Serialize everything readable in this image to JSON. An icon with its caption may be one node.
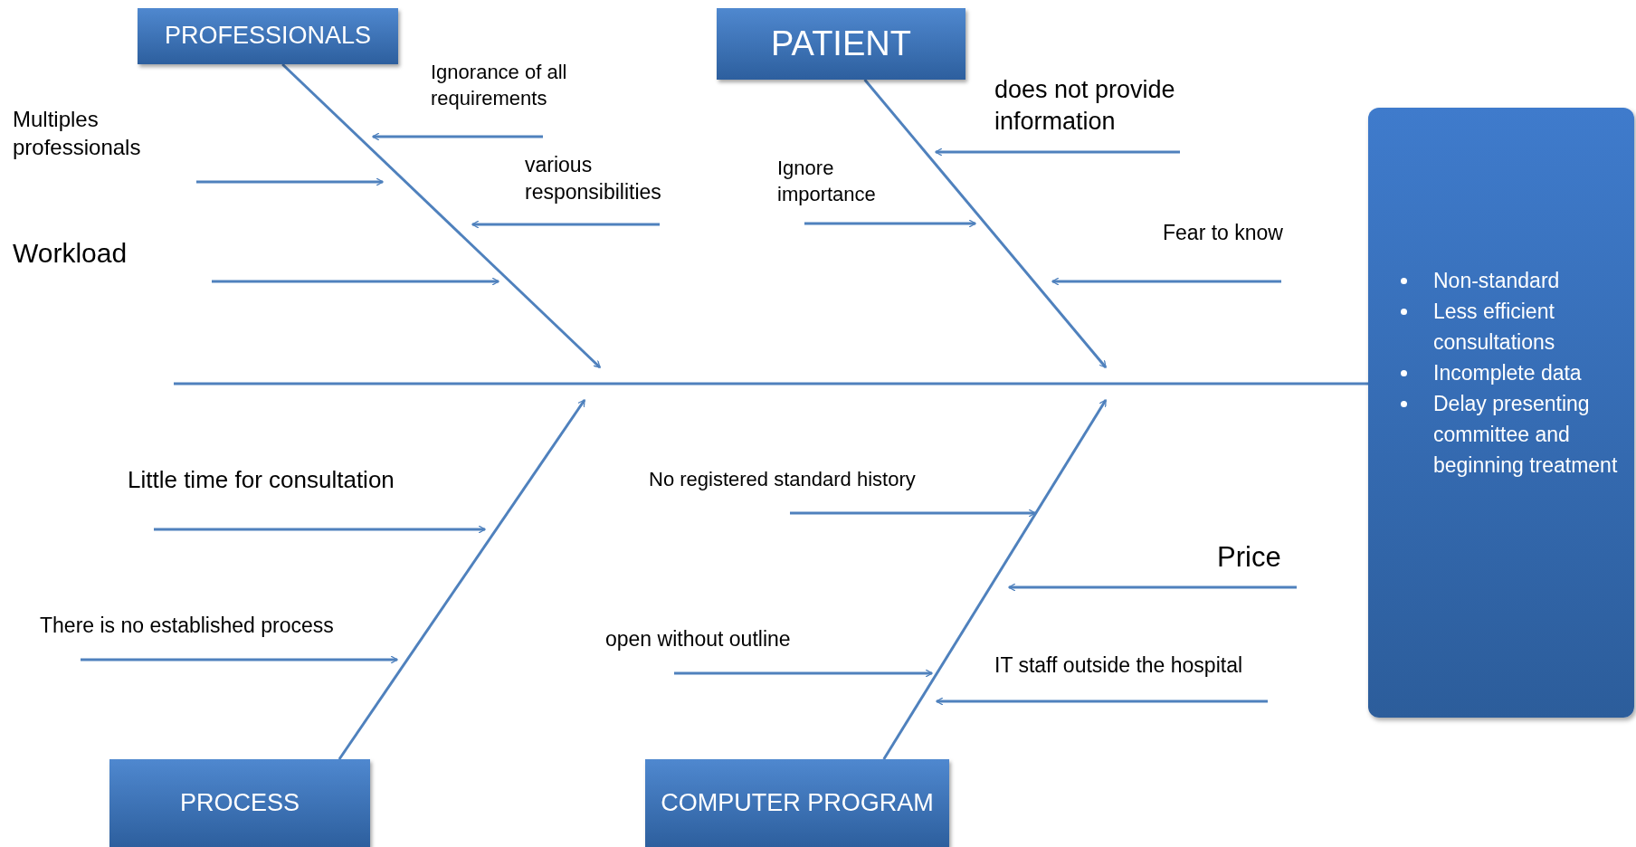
{
  "diagram": {
    "nodes": [
      {
        "text": [
          "PROFESSIONALS"
        ]
      },
      {
        "text": [
          "PATIENT"
        ]
      },
      {
        "text": [
          "Non-standard",
          "Less efficient consultations",
          "Incomplete data",
          "Delay presenting committee and beginning treatment"
        ]
      },
      {
        "text": [
          "Ignorance of all requirements"
        ]
      },
      {
        "text": [
          "Multiples professionals"
        ]
      },
      {
        "text": [
          "various responsibilities"
        ]
      },
      {
        "text": [
          "Workload"
        ]
      },
      {
        "text": [
          "does not provide information"
        ]
      },
      {
        "text": [
          "Ignore importance"
        ]
      },
      {
        "text": [
          "Fear to know"
        ]
      },
      {
        "text": [
          "Little time for consultation"
        ]
      },
      {
        "text": [
          "No registered standard history"
        ]
      },
      {
        "text": [
          "Price"
        ]
      },
      {
        "text": [
          "There is no established process"
        ]
      },
      {
        "text": [
          "open without outline"
        ]
      },
      {
        "text": [
          "IT staff outside the hospital"
        ]
      },
      {
        "text": [
          "PROCESS"
        ]
      },
      {
        "text": [
          "COMPUTER PROGRAM"
        ]
      }
    ],
    "edges": [
      {
        "from": null,
        "to": 2,
        "arrow": "none"
      },
      {
        "from": 0,
        "to": null,
        "arrow": "to"
      },
      {
        "from": 1,
        "to": null,
        "arrow": "to"
      },
      {
        "from": 16,
        "to": null,
        "arrow": "to"
      },
      {
        "from": 17,
        "to": null,
        "arrow": "to"
      },
      {
        "from": 3,
        "to": null,
        "arrow": "to"
      },
      {
        "from": 4,
        "to": null,
        "arrow": "to"
      },
      {
        "from": 5,
        "to": null,
        "arrow": "to"
      },
      {
        "from": 6,
        "to": null,
        "arrow": "to"
      },
      {
        "from": 7,
        "to": null,
        "arrow": "to"
      },
      {
        "from": 8,
        "to": null,
        "arrow": "to"
      },
      {
        "from": 9,
        "to": null,
        "arrow": "to"
      },
      {
        "from": 10,
        "to": null,
        "arrow": "to"
      },
      {
        "from": 11,
        "to": null,
        "arrow": "to"
      },
      {
        "from": 12,
        "to": null,
        "arrow": "to"
      },
      {
        "from": 13,
        "to": null,
        "arrow": "to"
      },
      {
        "from": 14,
        "to": null,
        "arrow": "to"
      },
      {
        "from": 15,
        "to": null,
        "arrow": "to"
      }
    ]
  }
}
